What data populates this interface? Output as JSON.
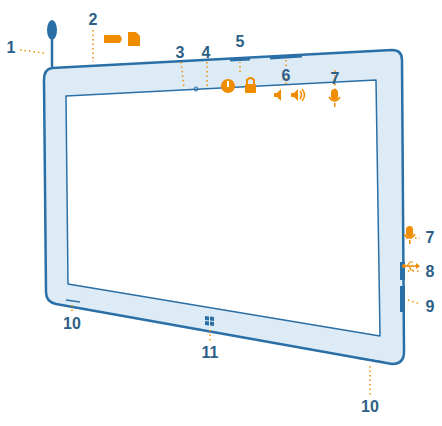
{
  "diagram": {
    "labels": [
      "1",
      "2",
      "3",
      "4",
      "5",
      "6",
      "7",
      "7",
      "8",
      "9",
      "10",
      "10",
      "11"
    ]
  }
}
